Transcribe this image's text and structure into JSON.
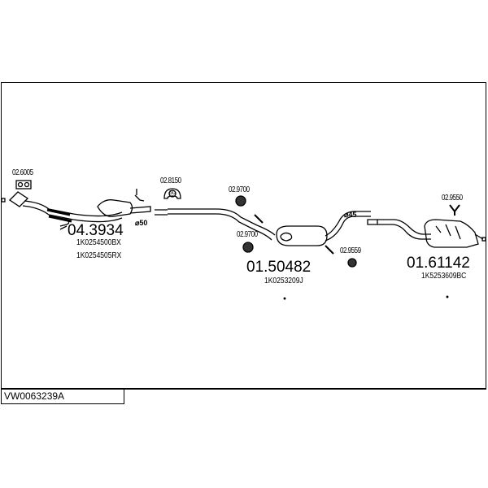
{
  "diagram_code": "VW0063239A",
  "parts": [
    {
      "number": "04.3934",
      "oem": [
        "1K0254500BX",
        "1K0254505RX"
      ]
    },
    {
      "number": "01.50482",
      "oem": [
        "1K0253209J"
      ]
    },
    {
      "number": "01.61142",
      "oem": [
        "1K5253609BC"
      ]
    }
  ],
  "accessories": {
    "gasket": "02.6005",
    "mount_50": "02.8150",
    "mount_50_label": "50",
    "rubber_1": "02.9700",
    "rubber_2": "02.9700",
    "rubber_3": "02.9559",
    "rubber_4": "02.9550"
  },
  "diameters": {
    "front": "⌀50",
    "rear": "⌀45"
  }
}
